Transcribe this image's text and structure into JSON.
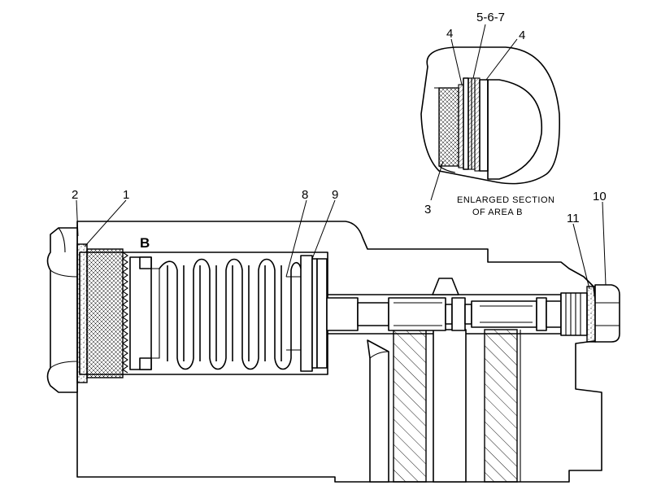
{
  "callouts": {
    "c1": "1",
    "c2": "2",
    "c3": "3",
    "c4a": "4",
    "c4b": "4",
    "c567": "5-6-7",
    "c8": "8",
    "c9": "9",
    "c10": "10",
    "c11": "11"
  },
  "area_marker": "B",
  "inset_caption": {
    "line1": "ENLARGED SECTION",
    "line2": "OF AREA B"
  }
}
